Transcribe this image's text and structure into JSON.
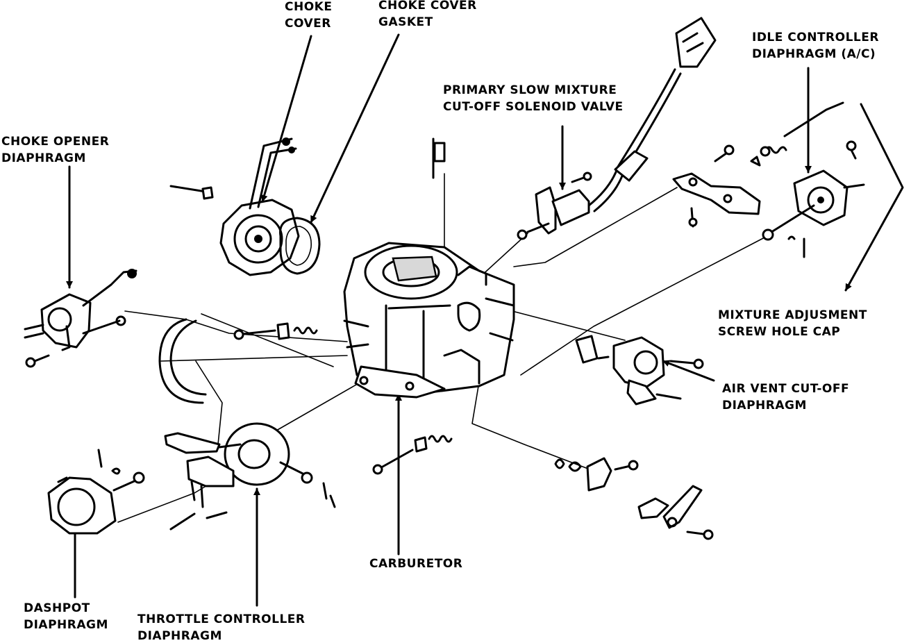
{
  "labels": {
    "choke_cover": [
      "CHOKE",
      "COVER"
    ],
    "choke_cover_gasket": [
      "CHOKE COVER",
      "GASKET"
    ],
    "idle_controller": [
      "IDLE CONTROLLER",
      "DIAPHRAGM (A/C)"
    ],
    "primary_slow": [
      "PRIMARY SLOW MIXTURE",
      "CUT-OFF SOLENOID VALVE"
    ],
    "choke_opener": [
      "CHOKE OPENER",
      "DIAPHRAGM"
    ],
    "mixture_cap": [
      "MIXTURE  ADJUSMENT",
      "SCREW  HOLE CAP"
    ],
    "air_vent": [
      "AIR VENT CUT-OFF",
      "DIAPHRAGM"
    ],
    "carburetor": [
      "CARBURETOR"
    ],
    "dashpot": [
      "DASHPOT",
      "DIAPHRAGM"
    ],
    "throttle_controller": [
      "THROTTLE CONTROLLER",
      "DIAPHRAGM"
    ]
  },
  "colors": {
    "ink": "#000000",
    "paper": "#ffffff"
  }
}
